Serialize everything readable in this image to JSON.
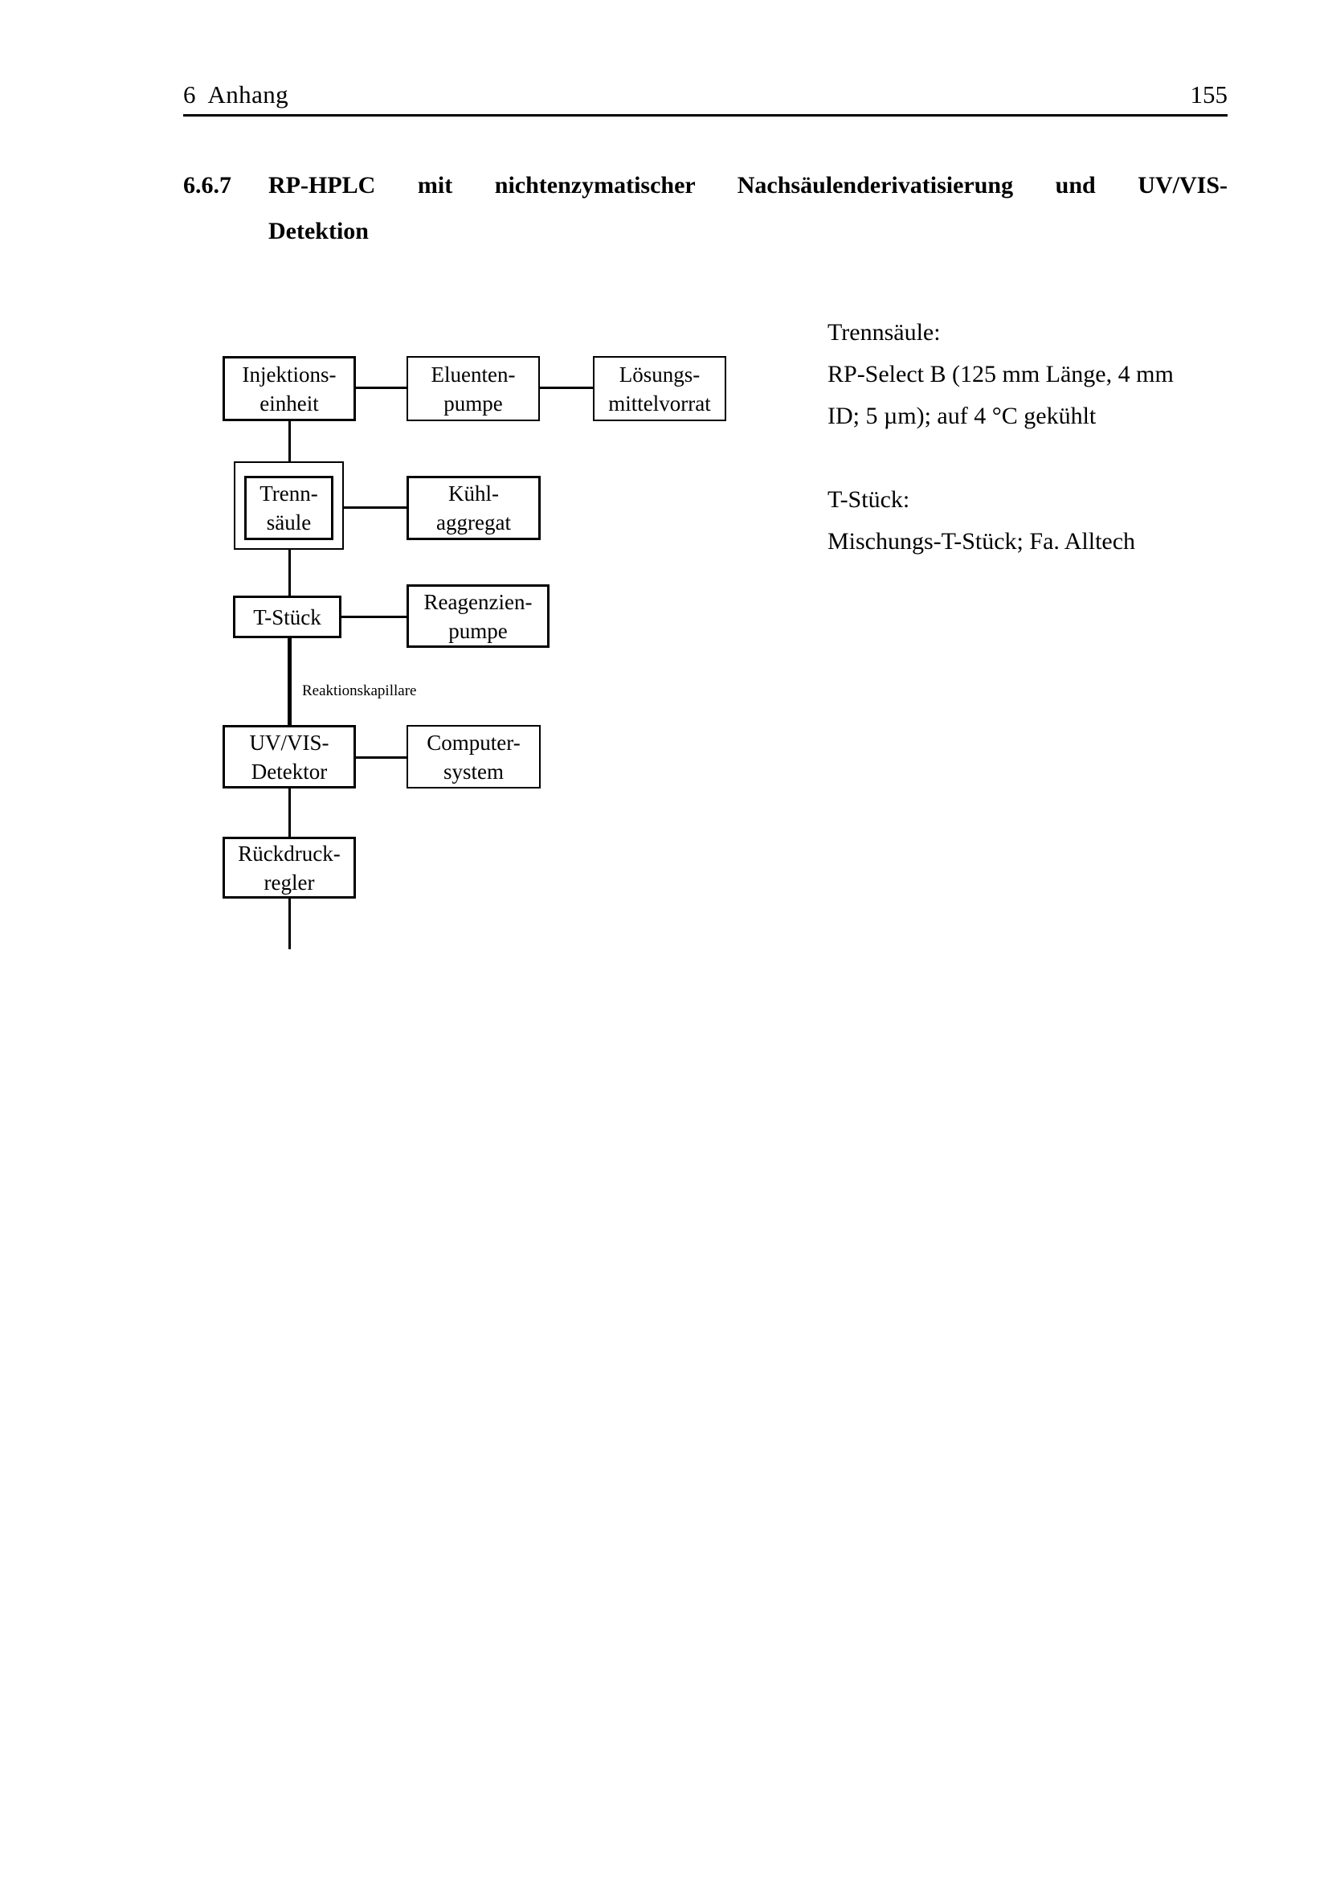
{
  "header": {
    "chapter": "6  Anhang",
    "page_number": "155"
  },
  "heading": {
    "number": "6.6.7",
    "line1": "RP-HPLC mit nichtenzymatischer Nachsäulenderivatisierung und UV/VIS-",
    "line2": "Detektion"
  },
  "diagram": {
    "nodes": {
      "injektionseinheit": "Injektions-\neinheit",
      "eluentenpumpe": "Eluenten-\npumpe",
      "loesungsmittelvorrat": "Lösungs-\nmittelvorrat",
      "trennsaeule": "Trenn-\nsäule",
      "kuehlaggregat": "Kühl-\naggregat",
      "tstueck": "T-Stück",
      "reagenzienpumpe": "Reagenzien-\npumpe",
      "uvvis_detektor": "UV/VIS-\nDetektor",
      "computersystem": "Computer-\nsystem",
      "rueckdruckregler": "Rückdruck-\nregler"
    },
    "edge_label_reaktionskapillare": "Reaktionskapillare"
  },
  "notes": [
    {
      "title": "Trennsäule:",
      "lines": [
        "RP-Select B (125 mm Länge, 4 mm",
        "ID; 5 µm); auf 4 °C gekühlt"
      ]
    },
    {
      "title": "T-Stück:",
      "lines": [
        "Mischungs-T-Stück; Fa. Alltech"
      ]
    }
  ],
  "colors": {
    "ink": "#000000",
    "paper": "#ffffff"
  }
}
